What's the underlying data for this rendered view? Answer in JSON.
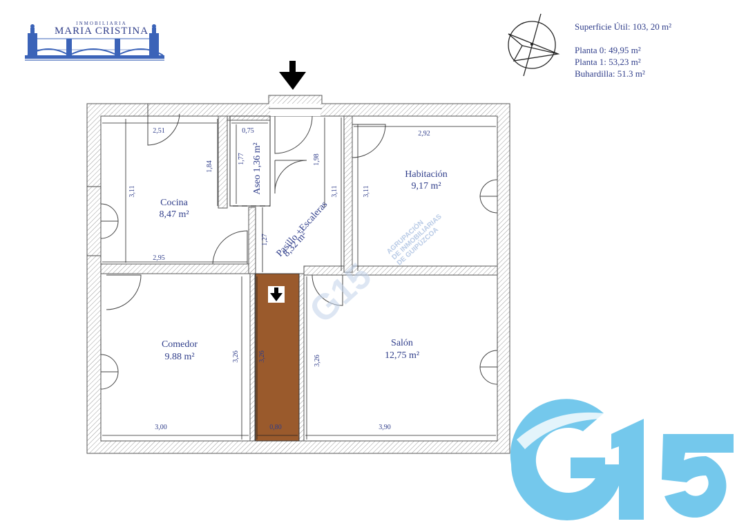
{
  "logo": {
    "top_text": "INMOBILIARIA",
    "name": "MARIA CRISTINA"
  },
  "info": {
    "superficie": "Superficie Útil: 103, 20 m²",
    "planta0": "Planta 0: 49,95 m²",
    "planta1": "Planta 1: 53,23 m²",
    "buhardilla": "Buhardilla: 51.3 m²"
  },
  "rooms": {
    "cocina": {
      "name": "Cocina",
      "area": "8,47 m²"
    },
    "aseo": {
      "name": "Aseo 1,36 m²"
    },
    "pasillo": {
      "name": "Pasillo +Escaleras",
      "area": "8,32 m²"
    },
    "habitacion": {
      "name": "Habitación",
      "area": "9,17 m²"
    },
    "comedor": {
      "name": "Comedor",
      "area": "9.88 m²"
    },
    "salon": {
      "name": "Salón",
      "area": "12,75 m²"
    }
  },
  "dims": {
    "d_2_51": "2,51",
    "d_0_75": "0,75",
    "d_2_92": "2,92",
    "d_1_84": "1,84",
    "d_1_77": "1,77",
    "d_1_98": "1,98",
    "d_3_11a": "3,11",
    "d_3_11b": "3,11",
    "d_3_11c": "3,11",
    "d_2_95": "2,95",
    "d_1_27": "1,27",
    "d_3_26a": "3,26",
    "d_3_26b": "3,26",
    "d_3_26c": "3,26",
    "d_3_00": "3,00",
    "d_0_80": "0,80",
    "d_3_90": "3,90"
  },
  "watermark": {
    "brand": "G15",
    "line1": "AGRUPACIÓN",
    "line2": "DE INMOBILIARIAS",
    "line3": "DE GUIPÚZCOA"
  },
  "colors": {
    "text": "#2f3d8a",
    "wall": "#8a8a8a",
    "stair_fill": "#9a5a2c",
    "g15": "#74c8ec"
  }
}
